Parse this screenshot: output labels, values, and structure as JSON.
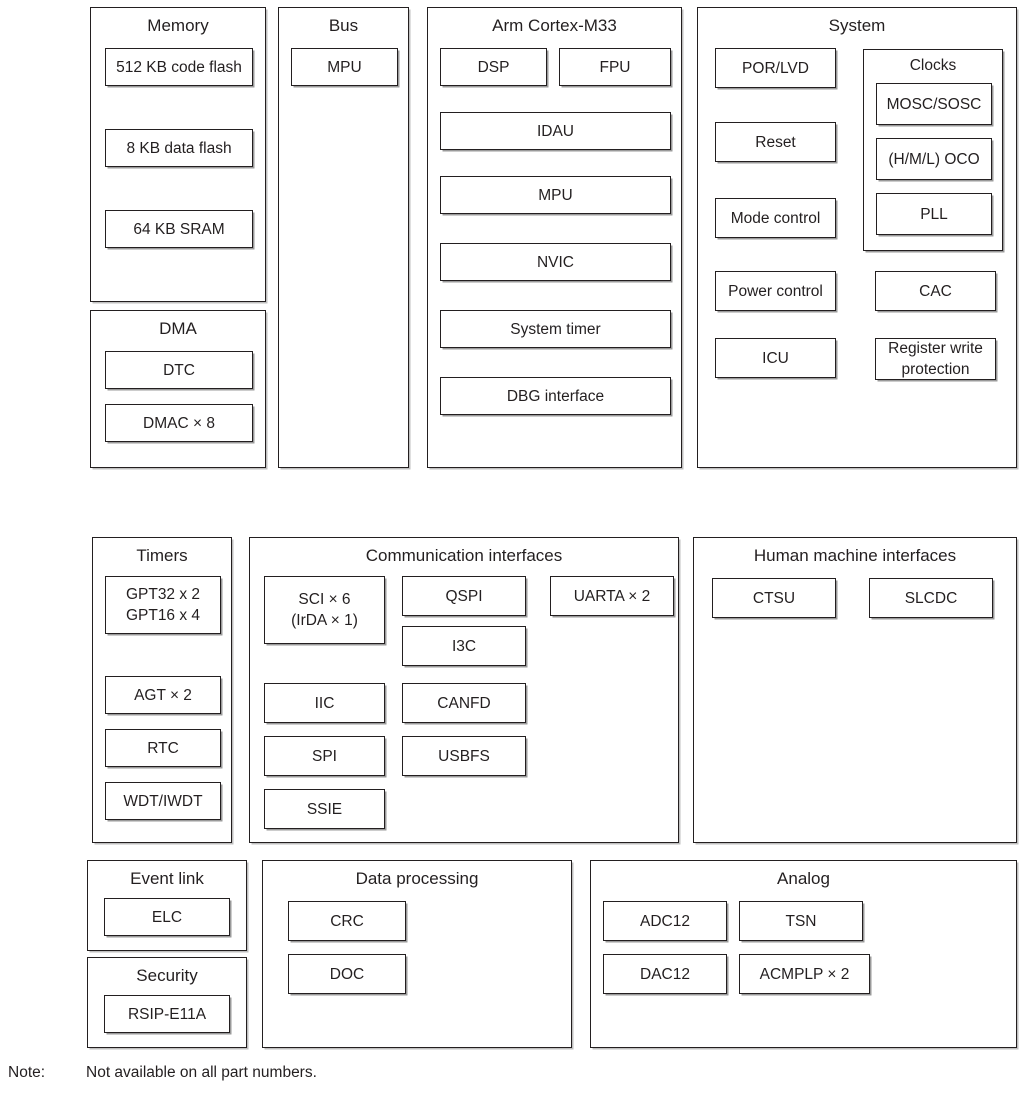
{
  "diagram": {
    "title_note_label": "Note:",
    "note_text": "Not available on all part numbers."
  },
  "groups": {
    "memory": {
      "title": "Memory",
      "blocks": [
        {
          "label": "512 KB code flash"
        },
        {
          "label": "8 KB data flash"
        },
        {
          "label": "64 KB SRAM"
        }
      ]
    },
    "dma": {
      "title": "DMA",
      "blocks": [
        {
          "label": "DTC"
        },
        {
          "label": "DMAC × 8"
        }
      ]
    },
    "bus": {
      "title": "Bus",
      "blocks": [
        {
          "label": "MPU"
        }
      ]
    },
    "cpu": {
      "title": "Arm Cortex-M33",
      "blocks": [
        {
          "label": "DSP"
        },
        {
          "label": "FPU"
        },
        {
          "label": "IDAU"
        },
        {
          "label": "MPU"
        },
        {
          "label": "NVIC"
        },
        {
          "label": "System timer"
        },
        {
          "label": "DBG interface"
        }
      ]
    },
    "system": {
      "title": "System",
      "blocks": [
        {
          "label": "POR/LVD"
        },
        {
          "label": "Reset"
        },
        {
          "label": "Mode control"
        },
        {
          "label": "Power control"
        },
        {
          "label": "ICU"
        },
        {
          "label": "CAC"
        },
        {
          "label": "Register write",
          "label2": "protection"
        }
      ],
      "clocks": {
        "title": "Clocks",
        "blocks": [
          {
            "label": "MOSC/SOSC"
          },
          {
            "label": "(H/M/L) OCO"
          },
          {
            "label": "PLL"
          }
        ]
      }
    },
    "timers": {
      "title": "Timers",
      "blocks": [
        {
          "label": "GPT32 x 2",
          "label2": "GPT16 x 4"
        },
        {
          "label": "AGT × 2"
        },
        {
          "label": "RTC"
        },
        {
          "label": "WDT/IWDT"
        }
      ]
    },
    "communication": {
      "title": "Communication interfaces",
      "blocks": [
        {
          "label": "SCI × 6",
          "label2": "(IrDA × 1)"
        },
        {
          "label": "QSPI"
        },
        {
          "label": "UARTA × 2"
        },
        {
          "label": "I3C"
        },
        {
          "label": "IIC"
        },
        {
          "label": "CANFD"
        },
        {
          "label": "SPI"
        },
        {
          "label": "USBFS"
        },
        {
          "label": "SSIE"
        }
      ]
    },
    "hmi": {
      "title": "Human machine interfaces",
      "blocks": [
        {
          "label": "CTSU"
        },
        {
          "label": "SLCDC"
        }
      ]
    },
    "event_link": {
      "title": "Event link",
      "blocks": [
        {
          "label": "ELC"
        }
      ]
    },
    "security": {
      "title": "Security",
      "blocks": [
        {
          "label": "RSIP-E11A"
        }
      ]
    },
    "data_processing": {
      "title": "Data processing",
      "blocks": [
        {
          "label": "CRC"
        },
        {
          "label": "DOC"
        }
      ]
    },
    "analog": {
      "title": "Analog",
      "blocks": [
        {
          "label": "ADC12"
        },
        {
          "label": "TSN"
        },
        {
          "label": "DAC12"
        },
        {
          "label": "ACMPLP × 2"
        }
      ]
    }
  }
}
